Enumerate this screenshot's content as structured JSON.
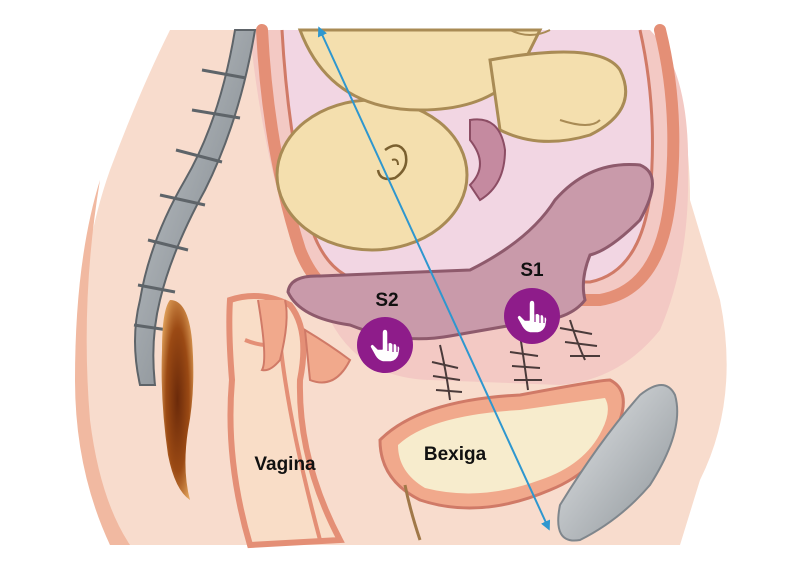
{
  "labels": {
    "s1": "S1",
    "s2": "S2",
    "vagina": "Vagina",
    "bladder": "Bexiga"
  },
  "hotspots": [
    {
      "id": "s1",
      "icon": "tap-hand-icon"
    },
    {
      "id": "s2",
      "icon": "tap-hand-icon"
    }
  ],
  "colors": {
    "hotspot": "#8e1c8a",
    "axis_arrow": "#2e97cf",
    "uterus": "#c99aa9",
    "skin": "#f7d7c7",
    "tissue": "#f1a98c",
    "spine": "#8f969c",
    "fetus": "#f3dfae"
  }
}
